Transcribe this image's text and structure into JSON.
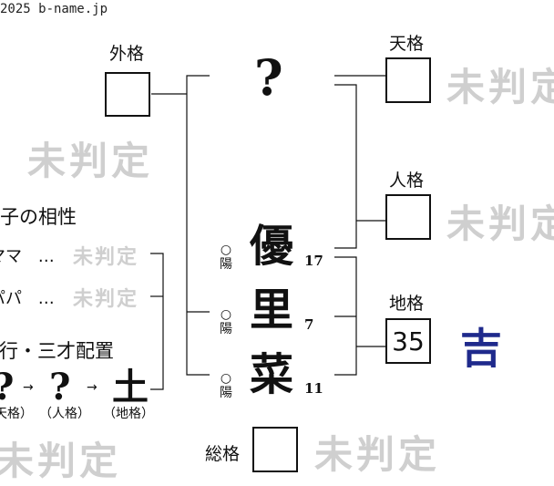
{
  "copyright": "2025 b-name.jp",
  "labels": {
    "gaikaku": "外格",
    "tenkaku": "天格",
    "jinkaku": "人格",
    "chikaku": "地格",
    "soukaku": "総格"
  },
  "values": {
    "chikaku_number": "35"
  },
  "surname_placeholder": "?",
  "name_chars": [
    {
      "char": "優",
      "strokes": "17",
      "circle": "○",
      "yinyang": "陽"
    },
    {
      "char": "里",
      "strokes": "7",
      "circle": "○",
      "yinyang": "陽"
    },
    {
      "char": "菜",
      "strokes": "11",
      "circle": "○",
      "yinyang": "陽"
    }
  ],
  "judgments": {
    "pending": "未判定",
    "chikaku": "吉"
  },
  "compatibility": {
    "title": "親子の相性",
    "mama_label": "ママ",
    "papa_label": "パパ",
    "dots": "…"
  },
  "gogyou": {
    "title": "五行・三才配置",
    "arrow": "→",
    "items": [
      {
        "char": "?",
        "sub": "（天格）"
      },
      {
        "char": "?",
        "sub": "（人格）"
      },
      {
        "char": "土",
        "sub": "（地格）"
      }
    ]
  },
  "colors": {
    "pending_gray": "#cfcfcf",
    "result_blue": "#1f2a8c",
    "line": "#111111"
  }
}
